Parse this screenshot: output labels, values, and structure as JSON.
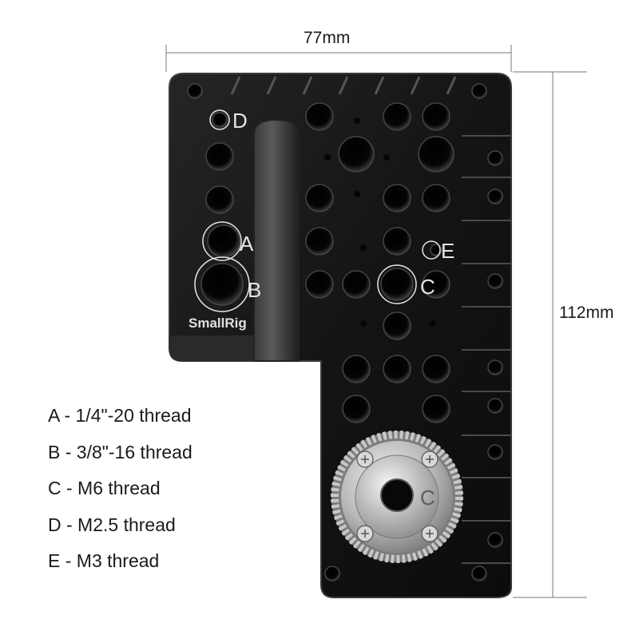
{
  "dimensions": {
    "width_label": "77mm",
    "height_label": "112mm"
  },
  "brand": "SmallRig",
  "hole_markers": {
    "a": "A",
    "b": "B",
    "c": "C",
    "d": "D",
    "e": "E",
    "rosette_c": "C"
  },
  "legend": [
    {
      "text": "A - 1/4\"-20 thread"
    },
    {
      "text": "B - 3/8\"-16 thread"
    },
    {
      "text": "C - M6 thread"
    },
    {
      "text": "D - M2.5 thread"
    },
    {
      "text": "E - M3 thread"
    }
  ],
  "colors": {
    "plate": "#161616",
    "plate_edge": "#2c2c2c",
    "hole": "#030303",
    "marker": "#e6e6e6",
    "rosette": "#bdbdbd"
  }
}
